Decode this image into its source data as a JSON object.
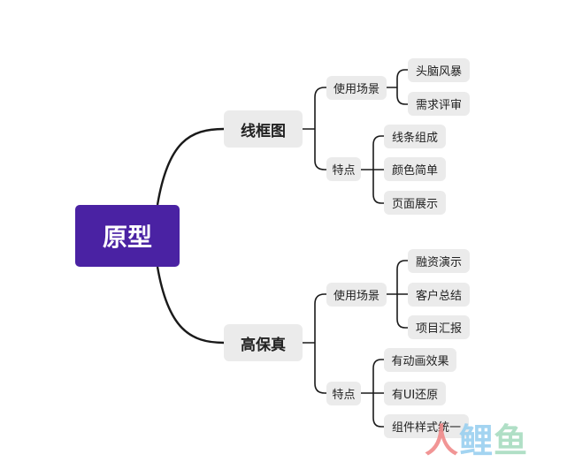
{
  "root": {
    "label": "原型"
  },
  "branches": [
    {
      "label": "线框图",
      "groups": [
        {
          "label": "使用场景",
          "items": [
            "头脑风暴",
            "需求评审"
          ]
        },
        {
          "label": "特点",
          "items": [
            "线条组成",
            "颜色简单",
            "页面展示"
          ]
        }
      ]
    },
    {
      "label": "高保真",
      "groups": [
        {
          "label": "使用场景",
          "items": [
            "融资演示",
            "客户总结",
            "项目汇报"
          ]
        },
        {
          "label": "特点",
          "items": [
            "有动画效果",
            "有UI还原",
            "组件样式统一"
          ]
        }
      ]
    }
  ],
  "watermark": {
    "text_a": "人",
    "text_b": "鲤",
    "text_c": "鱼"
  },
  "colors": {
    "root_bg": "#4a22a3",
    "node_bg": "#ebebeb",
    "line": "#1a1a1a"
  }
}
